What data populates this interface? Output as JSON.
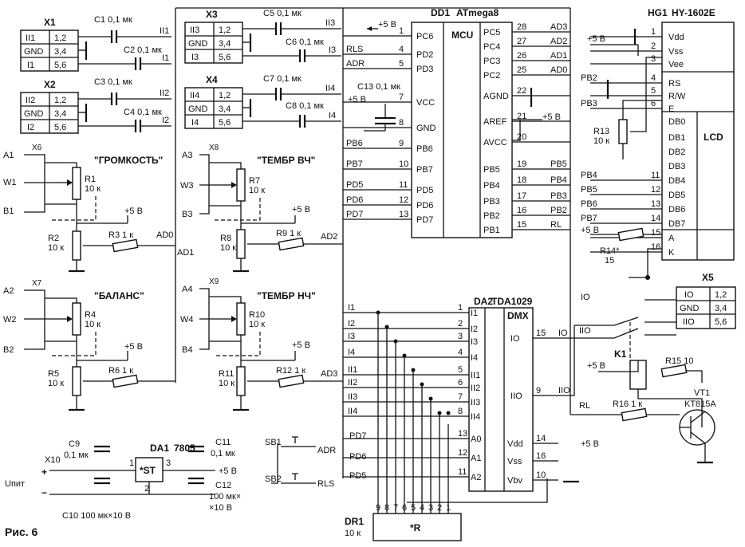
{
  "figure_caption": "Рис. 6",
  "connectors": {
    "x1": {
      "ref": "X1",
      "pins": [
        [
          "II1",
          "1,2"
        ],
        [
          "GND",
          "3,4"
        ],
        [
          "I1",
          "5,6"
        ]
      ]
    },
    "x2": {
      "ref": "X2",
      "pins": [
        [
          "II2",
          "1,2"
        ],
        [
          "GND",
          "3,4"
        ],
        [
          "I2",
          "5,6"
        ]
      ]
    },
    "x3": {
      "ref": "X3",
      "pins": [
        [
          "II3",
          "1,2"
        ],
        [
          "GND",
          "3,4"
        ],
        [
          "I3",
          "5,6"
        ]
      ]
    },
    "x4": {
      "ref": "X4",
      "pins": [
        [
          "II4",
          "1,2"
        ],
        [
          "GND",
          "3,4"
        ],
        [
          "I4",
          "5,6"
        ]
      ]
    },
    "x5": {
      "ref": "X5",
      "pins": [
        [
          "IO",
          "1,2"
        ],
        [
          "GND",
          "3,4"
        ],
        [
          "IIO",
          "5,6"
        ]
      ]
    },
    "x10": {
      "ref": "X10",
      "plus": "+",
      "minus": "−",
      "label": "Uпит"
    }
  },
  "capacitors": {
    "c1": "C1 0,1 мк",
    "c2": "C2 0,1 мк",
    "c3": "C3 0,1 мк",
    "c4": "C4 0,1 мк",
    "c5": "C5 0,1 мк",
    "c6": "C6 0,1 мк",
    "c7": "C7 0,1 мк",
    "c8": "C8 0,1 мк",
    "c9_ref": "C9",
    "c9_val": "0,1 мк",
    "c10": "C10 100 мк×10 В",
    "c11_ref": "C11",
    "c11_val": "0,1 мк",
    "c12_ref": "C12",
    "c12_val1": "100 мк×",
    "c12_val2": "×10 В",
    "c13": "C13 0,1 мк"
  },
  "input_nets": {
    "x1_top": "II1",
    "x1_bot": "I1",
    "x2_top": "II2",
    "x2_bot": "I2",
    "x3_top": "II3",
    "x3_bot": "I3",
    "x4_top": "II4",
    "x4_bot": "I4"
  },
  "controls": {
    "volume": {
      "label": "\"ГРОМКОСТЬ\"",
      "jack": "X6",
      "a": "A1",
      "w": "W1",
      "b": "B1",
      "pot": "R1",
      "pot_val": "10 к",
      "trim": "R2",
      "trim_val": "10 к",
      "res": "R3 1 к",
      "net": "AD0"
    },
    "balance": {
      "label": "\"БАЛАНС\"",
      "jack": "X7",
      "a": "A2",
      "w": "W2",
      "b": "B2",
      "pot": "R4",
      "pot_val": "10 к",
      "trim": "R5",
      "trim_val": "10 к",
      "res": "R6 1 к",
      "net": "AD1"
    },
    "treble": {
      "label": "\"ТЕМБР ВЧ\"",
      "jack": "X8",
      "a": "A3",
      "w": "W3",
      "b": "B3",
      "pot": "R7",
      "pot_val": "10 к",
      "trim": "R8",
      "trim_val": "10 к",
      "res": "R9 1 к",
      "net": "AD2"
    },
    "bass": {
      "label": "\"ТЕМБР НЧ\"",
      "jack": "X9",
      "a": "A4",
      "w": "W4",
      "b": "B4",
      "pot": "R10",
      "pot_val": "10 к",
      "trim": "R11",
      "trim_val": "10 к",
      "res": "R12 1 к",
      "net": "AD3"
    }
  },
  "supply_label": "+5 В",
  "mcu": {
    "ref": "DD1",
    "part": "ATmega8",
    "title": "MCU",
    "left": [
      {
        "pin": "1",
        "name": "PC6",
        "net": ""
      },
      {
        "pin": "4",
        "name": "PD2",
        "net": "RLS"
      },
      {
        "pin": "5",
        "name": "PD3",
        "net": "ADR"
      },
      {
        "pin": "7",
        "name": "VCC",
        "net": ""
      },
      {
        "pin": "8",
        "name": "GND",
        "net": ""
      },
      {
        "pin": "9",
        "name": "PB6",
        "net": "PB6"
      },
      {
        "pin": "10",
        "name": "PB7",
        "net": "PB7"
      },
      {
        "pin": "11",
        "name": "PD5",
        "net": "PD5"
      },
      {
        "pin": "12",
        "name": "PD6",
        "net": "PD6"
      },
      {
        "pin": "13",
        "name": "PD7",
        "net": "PD7"
      }
    ],
    "right": [
      {
        "pin": "28",
        "name": "PC5",
        "net": "AD3"
      },
      {
        "pin": "27",
        "name": "PC4",
        "net": "AD2"
      },
      {
        "pin": "26",
        "name": "PC3",
        "net": "AD1"
      },
      {
        "pin": "25",
        "name": "PC2",
        "net": "AD0"
      },
      {
        "pin": "22",
        "name": "AGND",
        "net": ""
      },
      {
        "pin": "21",
        "name": "AREF",
        "net": ""
      },
      {
        "pin": "20",
        "name": "AVCC",
        "net": ""
      },
      {
        "pin": "19",
        "name": "PB5",
        "net": "PB5"
      },
      {
        "pin": "18",
        "name": "PB4",
        "net": "PB4"
      },
      {
        "pin": "17",
        "name": "PB3",
        "net": "PB3"
      },
      {
        "pin": "16",
        "name": "PB2",
        "net": "PB2"
      },
      {
        "pin": "15",
        "name": "PB1",
        "net": "RL"
      }
    ]
  },
  "lcd": {
    "ref": "HG1",
    "part": "HY-1602E",
    "title": "LCD",
    "pins": [
      {
        "pin": "1",
        "name": "Vdd",
        "net": ""
      },
      {
        "pin": "2",
        "name": "Vss",
        "net": ""
      },
      {
        "pin": "3",
        "name": "Vee",
        "net": ""
      },
      {
        "pin": "4",
        "name": "RS",
        "net": "PB2"
      },
      {
        "pin": "5",
        "name": "R/W",
        "net": ""
      },
      {
        "pin": "6",
        "name": "E",
        "net": "PB3"
      },
      {
        "pin": "",
        "name": "DB0",
        "net": ""
      },
      {
        "pin": "",
        "name": "DB1",
        "net": ""
      },
      {
        "pin": "",
        "name": "DB2",
        "net": ""
      },
      {
        "pin": "",
        "name": "DB3",
        "net": ""
      },
      {
        "pin": "11",
        "name": "DB4",
        "net": "PB4"
      },
      {
        "pin": "12",
        "name": "DB5",
        "net": "PB5"
      },
      {
        "pin": "13",
        "name": "DB6",
        "net": "PB6"
      },
      {
        "pin": "14",
        "name": "DB7",
        "net": "PB7"
      },
      {
        "pin": "15",
        "name": "A",
        "net": ""
      },
      {
        "pin": "16",
        "name": "K",
        "net": ""
      }
    ],
    "r13": "R13",
    "r13_val": "10 к",
    "r14": "R14*",
    "r14_val": "15"
  },
  "mux": {
    "ref": "DA2",
    "part": "TDA1029",
    "title": "DMX",
    "inputs": [
      {
        "pin": "1",
        "name": "I1",
        "net": "I1"
      },
      {
        "pin": "2",
        "name": "I2",
        "net": "I2"
      },
      {
        "pin": "3",
        "name": "I3",
        "net": "I3"
      },
      {
        "pin": "4",
        "name": "I4",
        "net": "I4"
      },
      {
        "pin": "5",
        "name": "II1",
        "net": "II1"
      },
      {
        "pin": "6",
        "name": "II2",
        "net": "II2"
      },
      {
        "pin": "7",
        "name": "II3",
        "net": "II3"
      },
      {
        "pin": "8",
        "name": "II4",
        "net": "II4"
      },
      {
        "pin": "13",
        "name": "A0",
        "net": "PD7"
      },
      {
        "pin": "12",
        "name": "A1",
        "net": "PD6"
      },
      {
        "pin": "11",
        "name": "A2",
        "net": "PD5"
      }
    ],
    "outputs": [
      {
        "pin": "15",
        "name": "IO",
        "net": "IO"
      },
      {
        "pin": "9",
        "name": "IIO",
        "net": "IIO"
      }
    ],
    "power": [
      {
        "pin": "14",
        "name": "Vdd"
      },
      {
        "pin": "16",
        "name": "Vss"
      },
      {
        "pin": "10",
        "name": "Vbv"
      }
    ]
  },
  "relay": {
    "ref": "K1",
    "io": "IO",
    "iio": "IIO",
    "rl": "RL"
  },
  "transistor": {
    "ref": "VT1",
    "part": "KT815A",
    "r15": "R15 10",
    "r16": "R16 1 к"
  },
  "regulator": {
    "ref": "DA1",
    "part": "7805",
    "symbol": "*ST",
    "pin_in": "1",
    "pin_gnd": "2",
    "pin_out": "3"
  },
  "switches": {
    "sb1": "SB1",
    "sb2": "SB2",
    "adr": "ADR",
    "rls": "RLS",
    "pd7": "PD7",
    "pd6": "PD6",
    "pd5": "PD5"
  },
  "network": {
    "ref": "DR1",
    "val": "10 к",
    "symbol": "*R",
    "pins": [
      "9",
      "8",
      "7",
      "6",
      "5",
      "4",
      "3",
      "2",
      "1"
    ]
  }
}
